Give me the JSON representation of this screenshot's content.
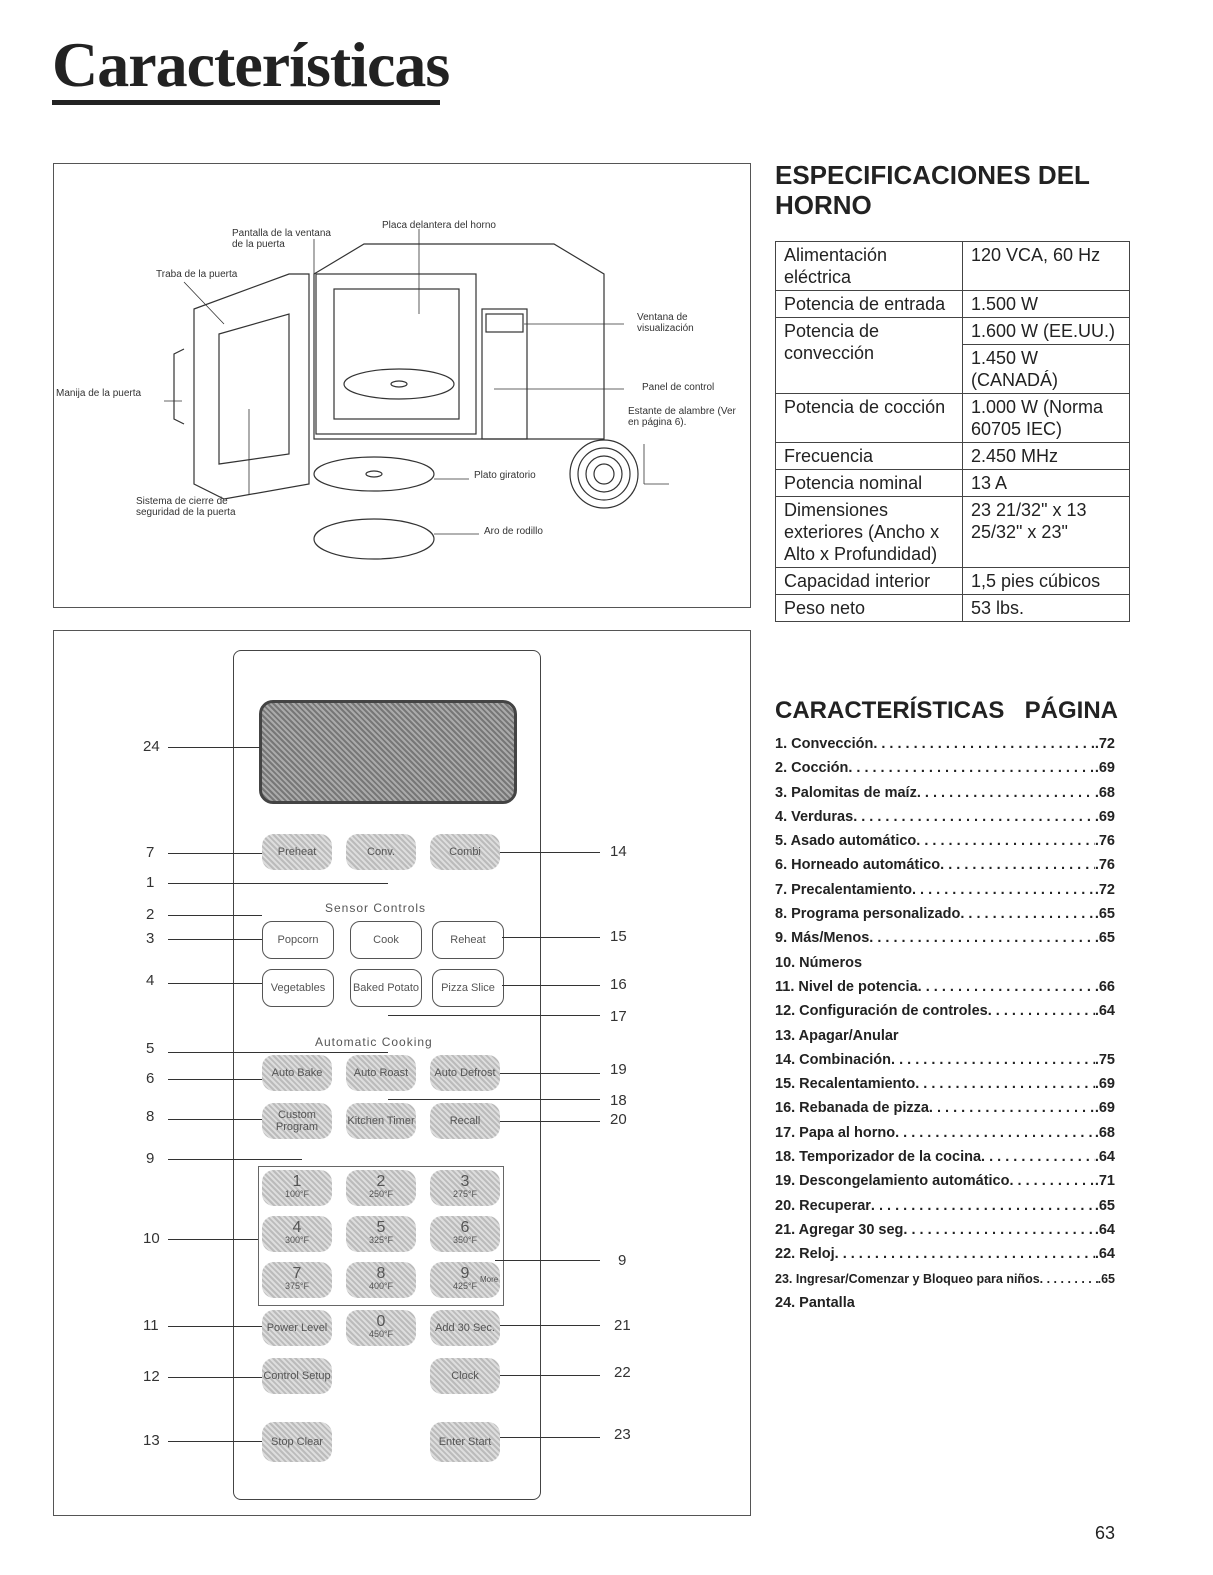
{
  "title": "Características",
  "figure1": {
    "labels": {
      "pantalla": "Pantalla de la ventana de la puerta",
      "placa": "Placa delantera del horno",
      "traba": "Traba de la puerta",
      "ventana": "Ventana de visualización",
      "manija": "Manija de la puerta",
      "panel": "Panel de control",
      "estante": "Estante de alambre (Ver en página 6).",
      "plato": "Plato giratorio",
      "sistema": "Sistema de cierre de seguridad de la puerta",
      "aro": "Aro de rodillo"
    }
  },
  "panel": {
    "row1": [
      "Preheat",
      "Conv.",
      "Combi"
    ],
    "sensor_title": "Sensor Controls",
    "row2": [
      "Popcorn",
      "Cook",
      "Reheat"
    ],
    "row3": [
      "Vegetables",
      "Baked Potato",
      "Pizza Slice"
    ],
    "auto_title": "Automatic Cooking",
    "row4": [
      "Auto Bake",
      "Auto Roast",
      "Auto Defrost"
    ],
    "row5": [
      "Custom Program",
      "Kitchen Timer",
      "Recall"
    ],
    "keys": [
      "1",
      "2",
      "3",
      "4",
      "5",
      "6",
      "7",
      "8",
      "9",
      "0"
    ],
    "key_sub": [
      "100°F",
      "250°F",
      "275°F",
      "300°F",
      "325°F",
      "350°F",
      "375°F",
      "400°F",
      "425°F",
      "450°F"
    ],
    "more": "More",
    "power": "Power Level",
    "add30": "Add 30 Sec.",
    "control": "Control Setup",
    "clock": "Clock",
    "stop": "Stop Clear",
    "enter": "Enter Start",
    "callouts_left": [
      "24",
      "7",
      "1",
      "2",
      "3",
      "4",
      "5",
      "6",
      "8",
      "9",
      "10",
      "11",
      "12",
      "13"
    ],
    "callouts_right": [
      "14",
      "15",
      "16",
      "17",
      "19",
      "18",
      "20",
      "9",
      "21",
      "22",
      "23"
    ]
  },
  "specs": {
    "heading": "ESPECIFICACIONES DEL HORNO",
    "rows": [
      {
        "k": "Alimentación eléctrica",
        "v": "120 VCA, 60 Hz"
      },
      {
        "k": "Potencia de entrada",
        "v": "1.500 W"
      },
      {
        "k": "Potencia de convección",
        "v": "1.600 W (EE.UU.)",
        "v2": "1.450 W (CANADÁ)"
      },
      {
        "k": "Potencia de cocción",
        "v": "1.000 W (Norma 60705 IEC)"
      },
      {
        "k": "Frecuencia",
        "v": "2.450 MHz"
      },
      {
        "k": "Potencia nominal",
        "v": "13 A"
      },
      {
        "k": "Dimensiones exteriores (Ancho x Alto x Profundidad)",
        "v": "23 21/32\" x 13 25/32\" x 23\""
      },
      {
        "k": "Capacidad interior",
        "v": "1,5 pies cúbicos"
      },
      {
        "k": "Peso neto",
        "v": "53 lbs."
      }
    ]
  },
  "features": {
    "heading_left": "CARACTERÍSTICAS",
    "heading_right": "PÁGINA",
    "items": [
      {
        "n": "1. Convección",
        "p": ".72"
      },
      {
        "n": "2. Cocción",
        "p": ".69"
      },
      {
        "n": "3. Palomitas de maíz",
        "p": ".68"
      },
      {
        "n": "4. Verduras",
        "p": ".69"
      },
      {
        "n": "5. Asado automático",
        "p": ".76"
      },
      {
        "n": "6. Horneado automático",
        "p": ".76"
      },
      {
        "n": "7. Precalentamiento",
        "p": ".72"
      },
      {
        "n": "8. Programa personalizado",
        "p": ".65"
      },
      {
        "n": "9. Más/Menos",
        "p": ".65"
      },
      {
        "n": "10. Números",
        "p": ""
      },
      {
        "n": "11. Nivel de potencia",
        "p": ".66"
      },
      {
        "n": "12. Configuración de controles",
        "p": ".64"
      },
      {
        "n": "13. Apagar/Anular",
        "p": ""
      },
      {
        "n": "14. Combinación",
        "p": ".75"
      },
      {
        "n": "15. Recalentamiento",
        "p": ".69"
      },
      {
        "n": "16. Rebanada de pizza",
        "p": ".69"
      },
      {
        "n": "17. Papa al horno",
        "p": ".68"
      },
      {
        "n": "18. Temporizador de la cocina",
        "p": ".64"
      },
      {
        "n": "19. Descongelamiento automático",
        "p": ".71"
      },
      {
        "n": "20. Recuperar",
        "p": ".65"
      },
      {
        "n": "21. Agregar 30 seg",
        "p": ".64"
      },
      {
        "n": "22. Reloj",
        "p": ".64"
      },
      {
        "n": "23. Ingresar/Comenzar y Bloqueo para niños",
        "p": ".65"
      },
      {
        "n": "24. Pantalla",
        "p": ""
      }
    ]
  },
  "page_number": "63"
}
